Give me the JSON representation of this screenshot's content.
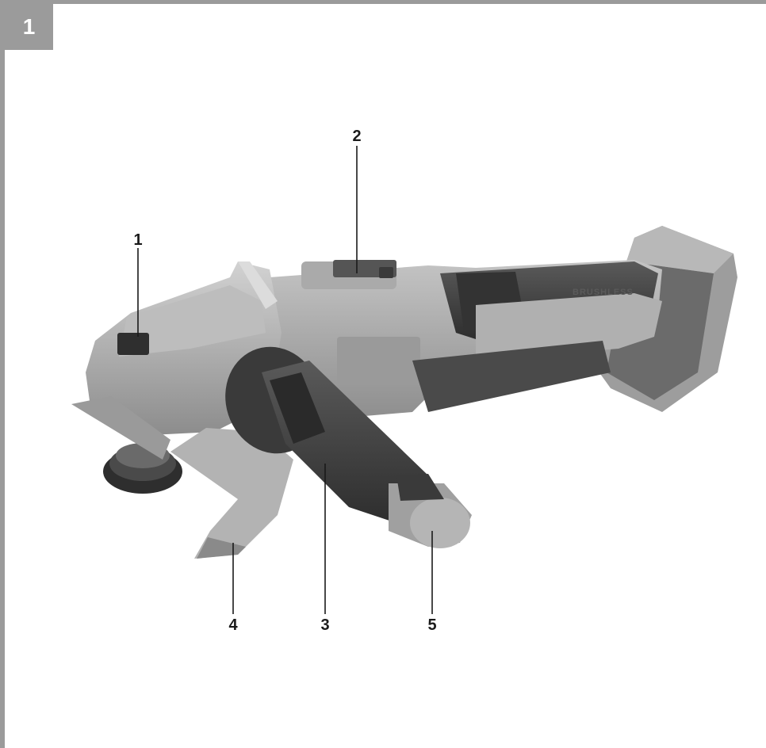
{
  "figure": {
    "number": "1",
    "brand_text": "BRUSHLESS"
  },
  "callouts": [
    {
      "id": "1",
      "label": "1"
    },
    {
      "id": "2",
      "label": "2"
    },
    {
      "id": "3",
      "label": "3"
    },
    {
      "id": "4",
      "label": "4"
    },
    {
      "id": "5",
      "label": "5"
    }
  ],
  "colors": {
    "frame": "#9b9b9b",
    "body": "#a9a9a9",
    "dark_rubber": "#3d3d3d"
  }
}
